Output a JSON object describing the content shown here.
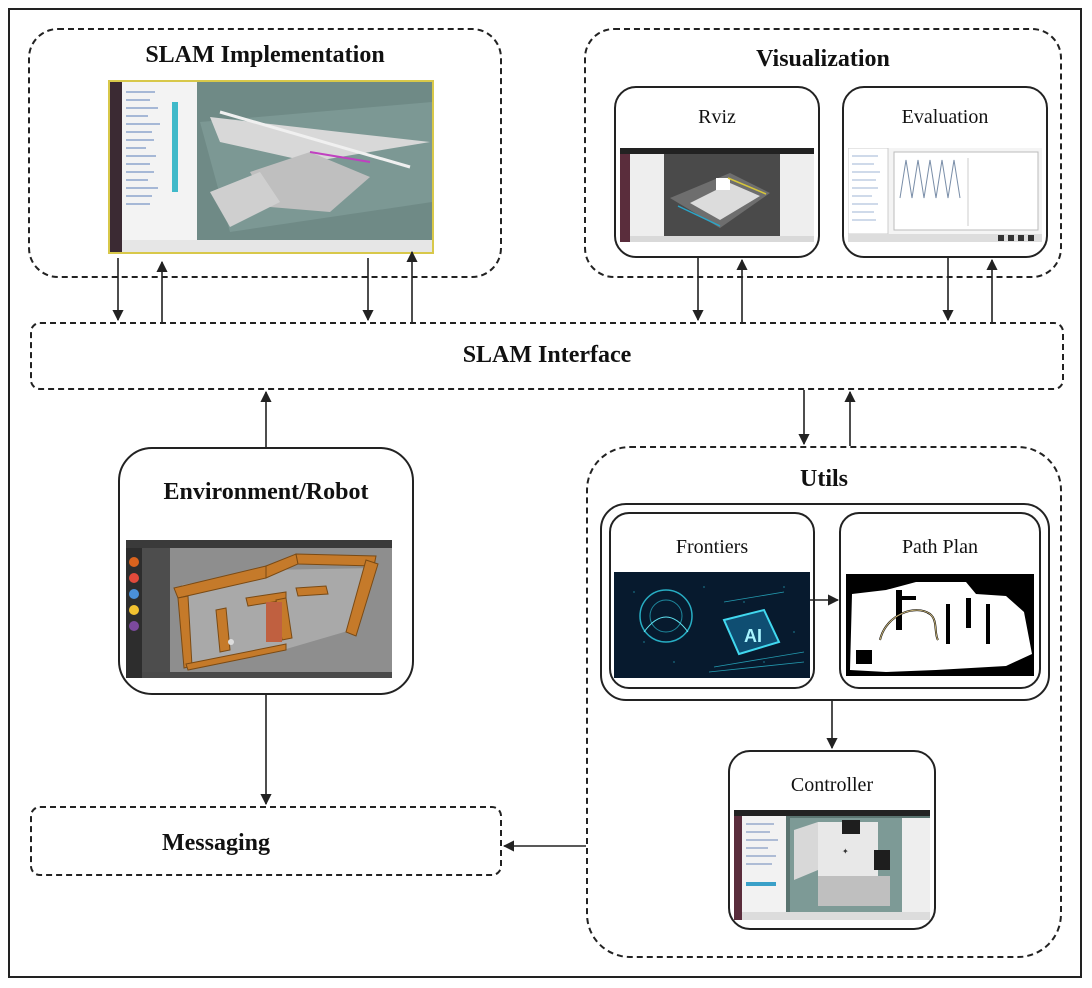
{
  "slam_implementation": {
    "title": "SLAM Implementation"
  },
  "visualization": {
    "title": "Visualization",
    "rviz": "Rviz",
    "evaluation": "Evaluation"
  },
  "slam_interface": {
    "title": "SLAM Interface"
  },
  "environment_robot": {
    "title": "Environment/Robot"
  },
  "messaging": {
    "title": "Messaging"
  },
  "utils": {
    "title": "Utils",
    "frontiers": "Frontiers",
    "path_plan": "Path Plan",
    "controller": "Controller"
  },
  "logo_text": {
    "ai": "AI"
  },
  "colors": {
    "line": "#222222",
    "screen_dark": "#2b2b2b",
    "ubuntu_bar": "#5a2d3c",
    "frontier_cyan": "#2fd2e8"
  }
}
